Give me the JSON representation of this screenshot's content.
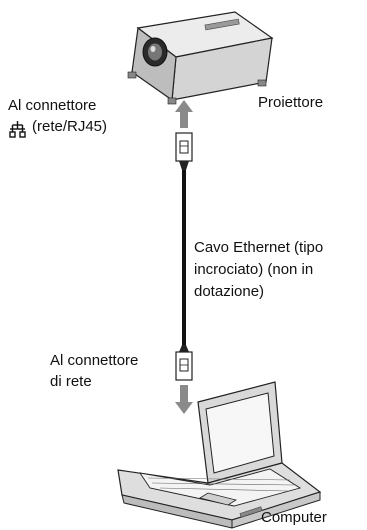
{
  "projector": {
    "label": "Proiettore"
  },
  "computer": {
    "label": "Computer"
  },
  "top_connector": {
    "line1": "Al connettore",
    "line2": "(rete/RJ45)",
    "network_icon": "network-rj45-icon"
  },
  "cable": {
    "line1": "Cavo Ethernet (tipo",
    "line2": "incrociato) (non in",
    "line3": "dotazione)"
  },
  "bottom_connector": {
    "line1": "Al connettore",
    "line2": "di rete"
  },
  "colors": {
    "arrow": "#8a8a8a",
    "device_body": "#d9d9d9",
    "outline": "#222222"
  }
}
